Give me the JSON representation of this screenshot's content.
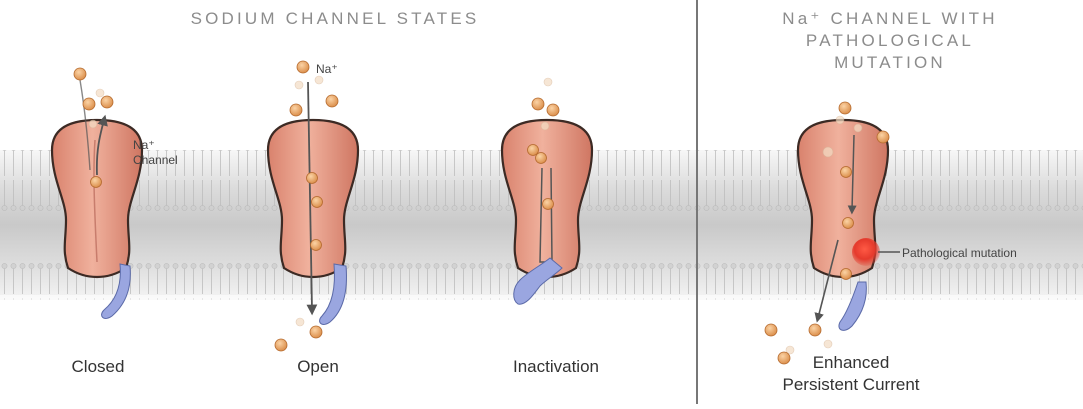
{
  "left_heading": "SODIUM CHANNEL STATES",
  "right_heading": {
    "line1": "Na⁺ CHANNEL WITH",
    "line2": "PATHOLOGICAL",
    "line3": "MUTATION"
  },
  "labels": {
    "na_ion": "Na⁺",
    "na_channel_line1": "Na⁺",
    "na_channel_line2": "Channel",
    "pathological_mutation": "Pathological mutation"
  },
  "states": [
    {
      "label": "Closed"
    },
    {
      "label": "Open"
    },
    {
      "label": "Inactivation"
    }
  ],
  "mutation_state": {
    "line1": "Enhanced",
    "line2": "Persistent Current"
  },
  "colors": {
    "channel": "#e9a08c",
    "channel_outline": "#3c2a24",
    "ion": "#e7a466",
    "mutation": "#e53a2c",
    "gate": "#9aa6e0",
    "divider": "#777777"
  }
}
